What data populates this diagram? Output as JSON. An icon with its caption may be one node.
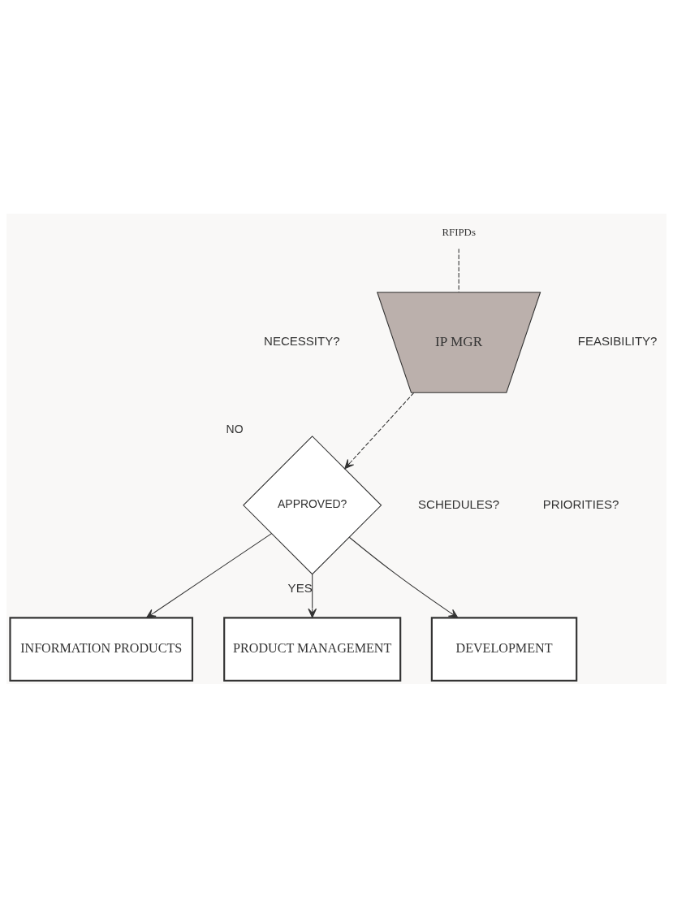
{
  "diagram": {
    "nodes": [
      {
        "text": [
          "RFIPDs"
        ]
      },
      {
        "text": [
          "IP MGR"
        ]
      },
      {
        "text": [
          "APPROVED?"
        ],
        "beside": [
          "NO"
        ]
      },
      {
        "text": [
          "INFORMATION PRODUCTS"
        ]
      },
      {
        "text": [
          "PRODUCT MANAGEMENT"
        ]
      },
      {
        "text": [
          "DEVELOPMENT"
        ]
      }
    ],
    "edges": [
      {
        "from": 0,
        "to": 1,
        "arrow": "none",
        "style": "dashed"
      },
      {
        "from": 1,
        "to": 2,
        "arrow": "to",
        "style": "dashed"
      },
      {
        "from": 2,
        "to": 3,
        "arrow": "to"
      },
      {
        "from": 2,
        "to": 4,
        "arrow": "to",
        "label": "YES"
      },
      {
        "from": 2,
        "to": 5,
        "arrow": "to"
      }
    ],
    "labels": [
      "NECESSITY?",
      "FEASIBILITY?",
      "SCHEDULES?",
      "PRIORITIES?"
    ]
  }
}
